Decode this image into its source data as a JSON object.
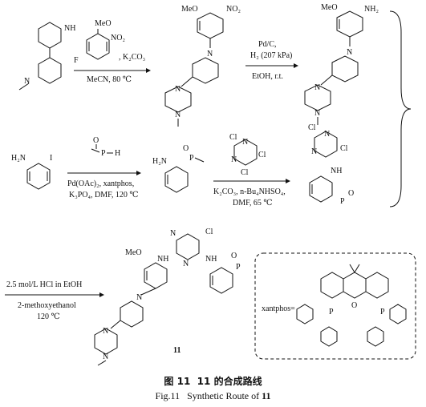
{
  "caption": {
    "cn_prefix": "图 11",
    "cn_num": "11",
    "cn_text": "的合成路线",
    "en_prefix": "Fig.11",
    "en_text": "Synthetic Route of",
    "en_num": "11"
  },
  "step1": {
    "reagent_above": ", K₂CO₃",
    "cond_below": "MeCN, 80 ℃"
  },
  "step2": {
    "above1": "Pd/C,",
    "above2": "H₂ (207 kPa)",
    "below": "EtOH, r.t."
  },
  "step3": {
    "above": "",
    "below1": "Pd(OAc)₂, xantphos,",
    "below2": "K₃PO₄, DMF, 120 ℃"
  },
  "step4": {
    "below1": "K₂CO₃, n-Bu₄NHSO₄,",
    "below2": "DMF, 65 ℃"
  },
  "step5": {
    "above": "2.5 mol/L HCl in EtOH",
    "below1": "2-methoxyethanol",
    "below2": "120 ℃"
  },
  "compound_label": "11",
  "xantphos_label": "xantphos=",
  "atoms": {
    "NH": "NH",
    "N": "N",
    "OMe": "MeO",
    "NO2": "NO₂",
    "NH2": "NH₂",
    "H2N": "H₂N",
    "F": "F",
    "I": "I",
    "Cl": "Cl",
    "O": "O",
    "P": "P",
    "H": "H"
  }
}
